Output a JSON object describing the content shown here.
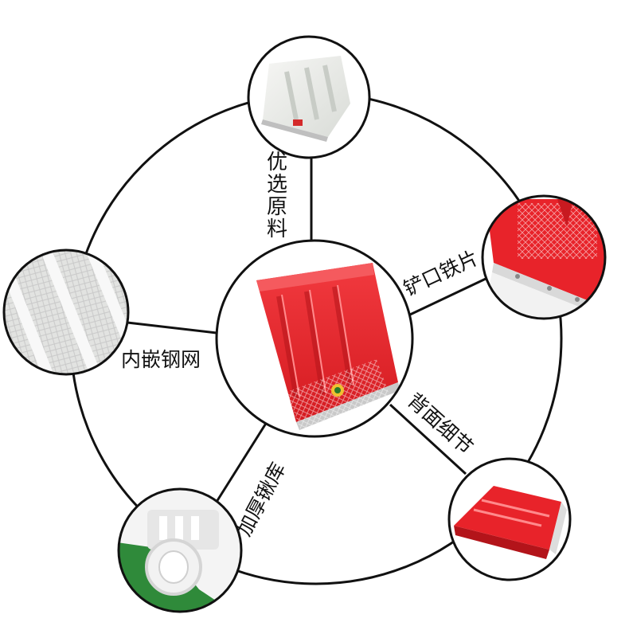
{
  "labels": {
    "top": "优选原料",
    "right_top": "铲口铁片",
    "left": "内嵌钢网",
    "right_bottom": "背面细节",
    "left_bottom": "加厚锹库"
  },
  "colors": {
    "line": "#111111",
    "shovel_red": "#e8232a",
    "shovel_dark": "#b3141a",
    "white_plastic": "#eeeeee",
    "green": "#2f8a3a"
  },
  "images": [
    {
      "name": "center-red-shovel",
      "description_icon": "red-shovel-icon"
    },
    {
      "name": "white-shovel",
      "description_icon": "white-shovel-icon"
    },
    {
      "name": "steel-edge-closeup",
      "description_icon": "steel-edge-icon"
    },
    {
      "name": "mesh-texture-closeup",
      "description_icon": "mesh-icon"
    },
    {
      "name": "back-detail-closeup",
      "description_icon": "shovel-back-icon"
    },
    {
      "name": "handle-socket-closeup",
      "description_icon": "socket-icon"
    }
  ]
}
